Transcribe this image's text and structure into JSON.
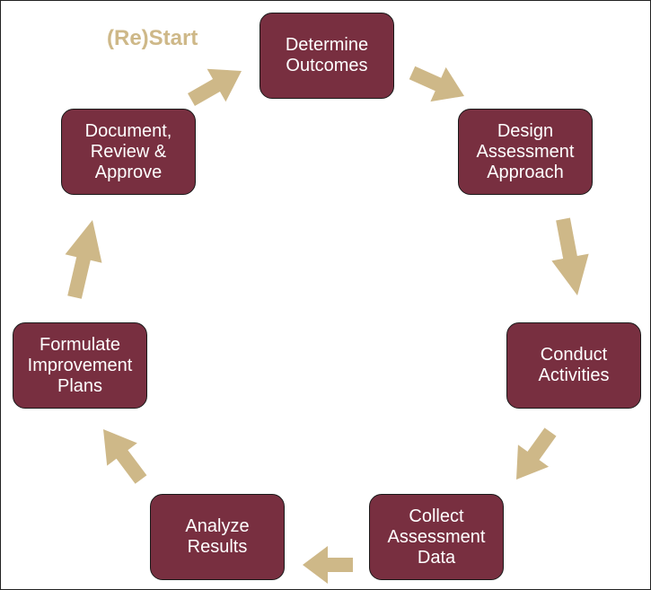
{
  "colors": {
    "box": "#782F40",
    "arrow": "#CEB888",
    "text": "#FFFFFF"
  },
  "start_label": "(Re)Start",
  "steps": [
    {
      "label": "Determine\nOutcomes"
    },
    {
      "label": "Design\nAssessment\nApproach"
    },
    {
      "label": "Conduct\nActivities"
    },
    {
      "label": "Collect\nAssessment\nData"
    },
    {
      "label": "Analyze\nResults"
    },
    {
      "label": "Formulate\nImprovement\nPlans"
    },
    {
      "label": "Document,\nReview &\nApprove"
    }
  ]
}
